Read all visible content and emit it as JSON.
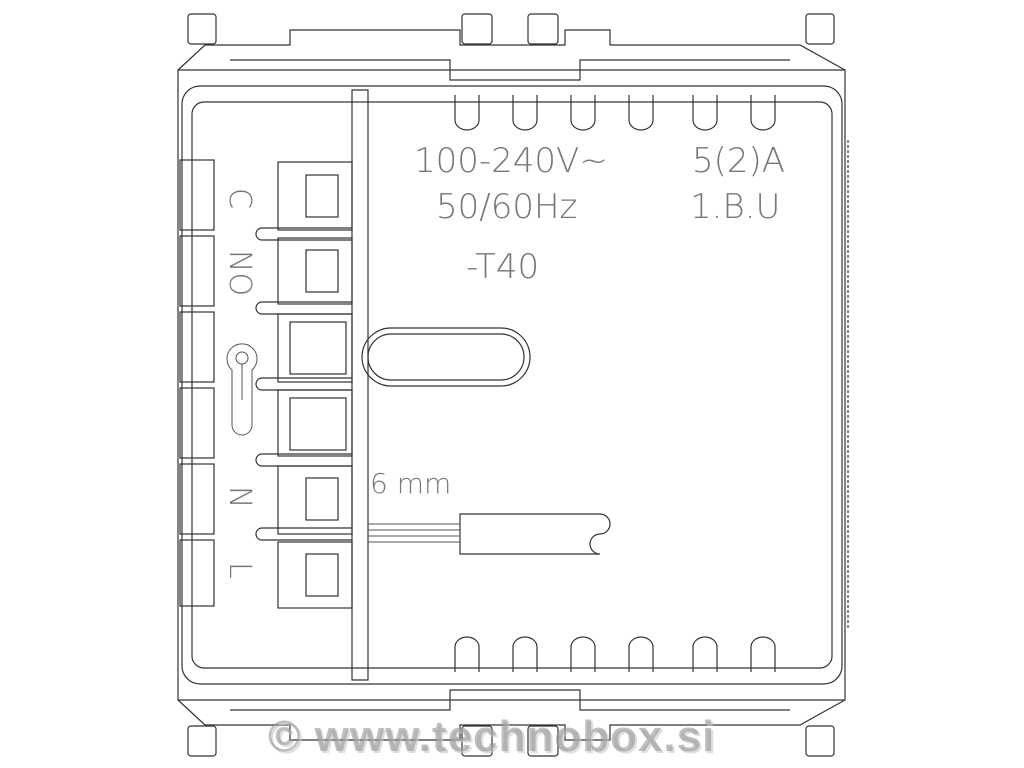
{
  "rating": {
    "voltage": "100-240V~",
    "frequency": "50/60Hz",
    "temperature": "-T40",
    "current": "5(2)A",
    "type": "1.B.U"
  },
  "strip_length": "6 mm",
  "terminals": [
    "C",
    "NO",
    "N",
    "L"
  ],
  "watermark": "© www.technobox.si",
  "colors": {
    "line": "#333333",
    "text": "#777777",
    "watermark": "#969696"
  }
}
